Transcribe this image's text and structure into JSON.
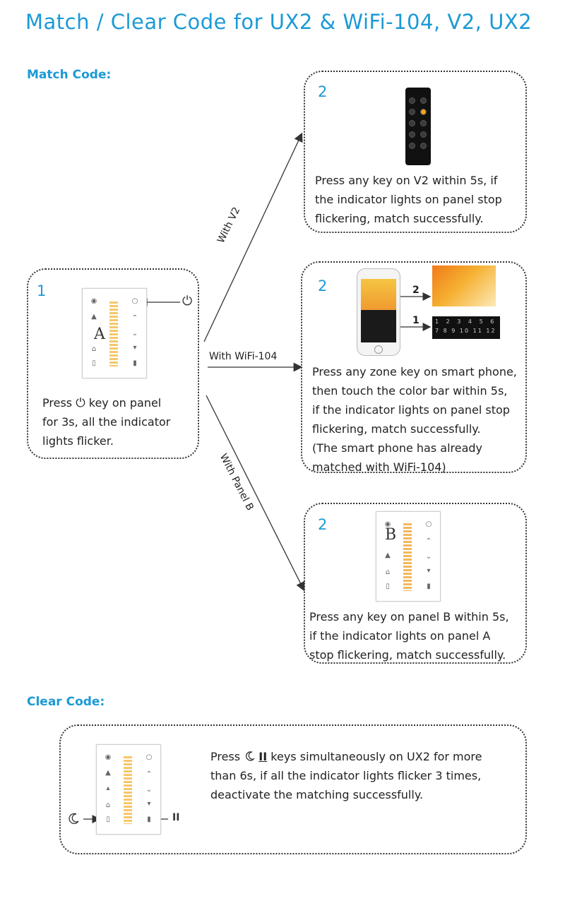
{
  "title": "Match / Clear Code for UX2 & WiFi-104, V2, UX2",
  "match_heading": "Match Code:",
  "clear_heading": "Clear Code:",
  "step1": {
    "number": "1",
    "panel_letter": "A",
    "power_symbol": "⏻",
    "lines": [
      "Press",
      "key on panel",
      "for 3s, all the indicator",
      "lights flicker."
    ]
  },
  "arrows": {
    "v2": "With V2",
    "wifi": "With WiFi-104",
    "panelb": "With Panel B"
  },
  "step2_v2": {
    "number": "2",
    "lines": [
      "Press any key on V2 within 5s, if",
      "the indicator lights on panel stop",
      "flickering, match successfully."
    ]
  },
  "step2_wifi": {
    "number": "2",
    "label_2": "2",
    "label_1": "1",
    "keypad_digits": [
      "1",
      "2",
      "3",
      "4",
      "5",
      "6",
      "7",
      "8",
      "9",
      "10",
      "11",
      "12"
    ],
    "lines": [
      "Press any zone key on smart phone,",
      "then touch the color bar within 5s,",
      "if the indicator lights on panel stop",
      "flickering, match successfully.",
      "(The smart phone has already",
      "matched with WiFi-104)"
    ]
  },
  "step2_panelb": {
    "number": "2",
    "panel_letter": "B",
    "lines": [
      "Press any key on panel B within 5s,",
      "if the indicator lights on panel A",
      "stop flickering, match successfully."
    ]
  },
  "clear": {
    "pause_symbol": "II",
    "lines": [
      "Press",
      "keys simultaneously on UX2 for more",
      "than 6s, if all the indicator lights flicker 3 times,",
      "deactivate the matching successfully."
    ]
  },
  "colors": {
    "accent": "#1b9ad6",
    "text": "#222222",
    "border": "#333333"
  },
  "icons": [
    "power-icon",
    "moon-icon",
    "pause-icon",
    "arrow-icon"
  ]
}
